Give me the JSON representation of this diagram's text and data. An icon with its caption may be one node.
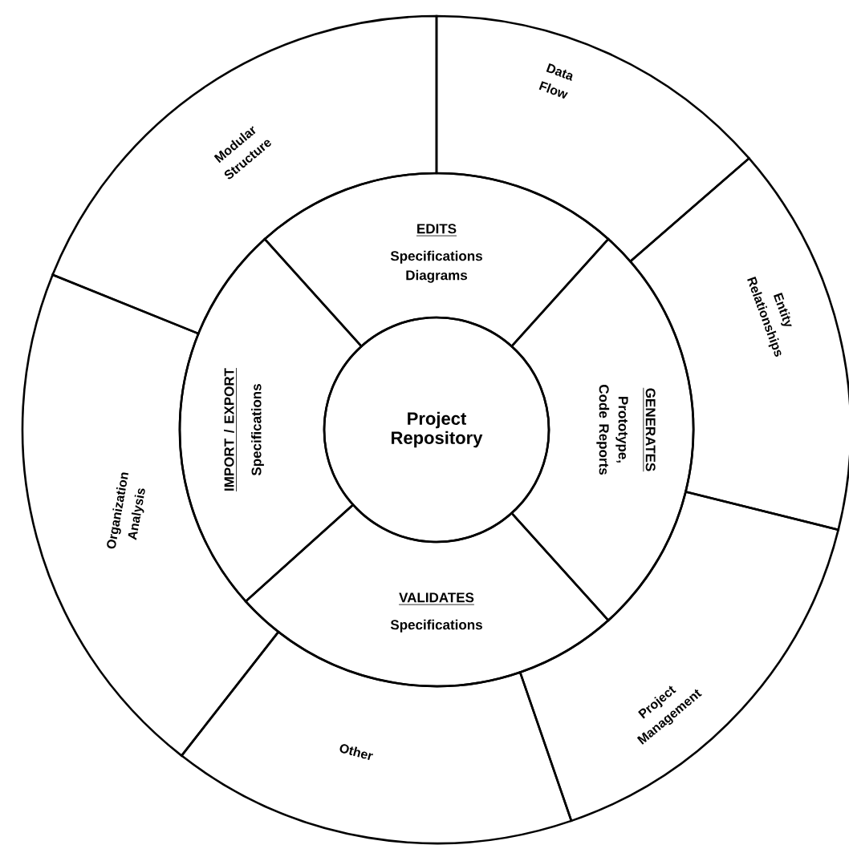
{
  "diagram": {
    "nodes": [
      {
        "text": [
          "Project Repository"
        ]
      },
      {
        "text": [
          "EDITS",
          "Specifications Diagrams"
        ]
      },
      {
        "text": [
          "IMPORT / EXPORT",
          "Specifications"
        ]
      },
      {
        "text": [
          "GENERATES",
          "Prototype, Code Reports"
        ]
      },
      {
        "text": [
          "VALIDATES",
          "Specifications"
        ]
      },
      {
        "text": [
          "Modular Structure"
        ]
      },
      {
        "text": [
          "Data Flow"
        ]
      },
      {
        "text": [
          "Entity Relationships"
        ]
      },
      {
        "text": [
          "Organization Analysis"
        ]
      },
      {
        "text": [
          "Other"
        ]
      },
      {
        "text": [
          "Project Management"
        ]
      }
    ]
  }
}
